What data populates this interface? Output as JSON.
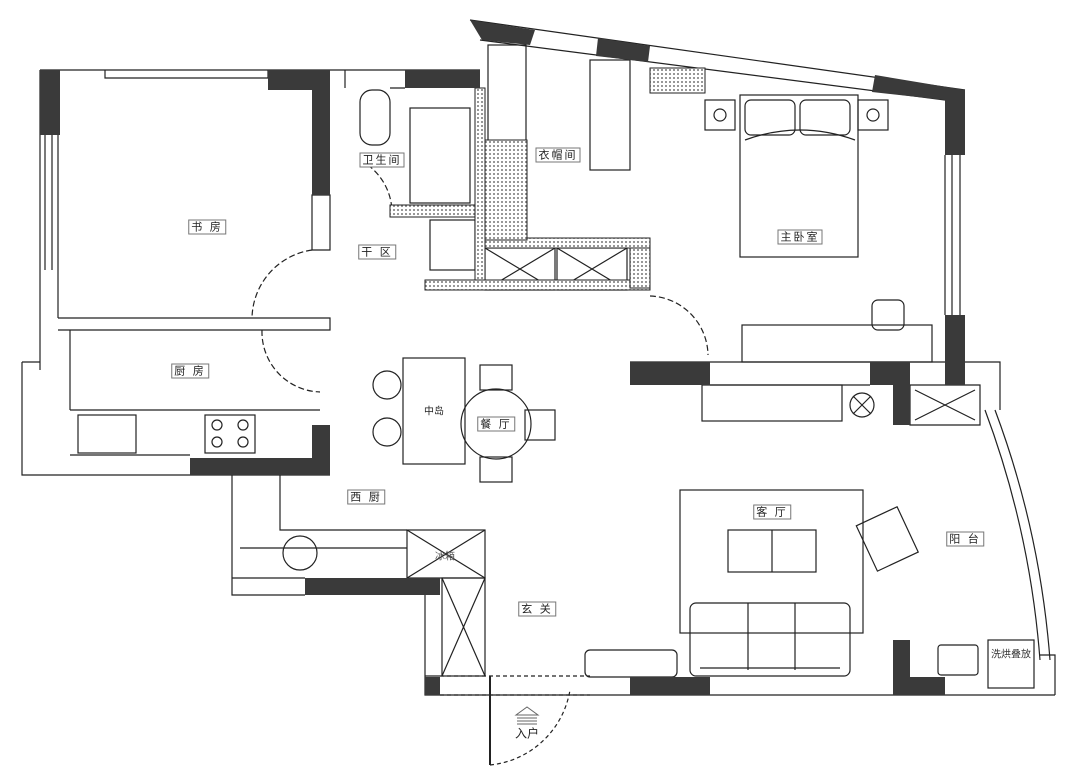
{
  "rooms": {
    "study": "书 房",
    "bathroom": "卫生间",
    "dry_area": "干 区",
    "walk_in_closet": "衣帽间",
    "master_bedroom": "主卧室",
    "kitchen": "厨 房",
    "island": "中岛",
    "dining": "餐 厅",
    "western_kitchen": "西 厨",
    "fridge": "冰箱",
    "foyer": "玄 关",
    "living_room": "客 厅",
    "balcony": "阳 台",
    "laundry": "洗烘叠放",
    "entrance": "入户"
  },
  "colors": {
    "wall": "#3a3a3a",
    "line": "#222222",
    "hatch": "#888888"
  }
}
